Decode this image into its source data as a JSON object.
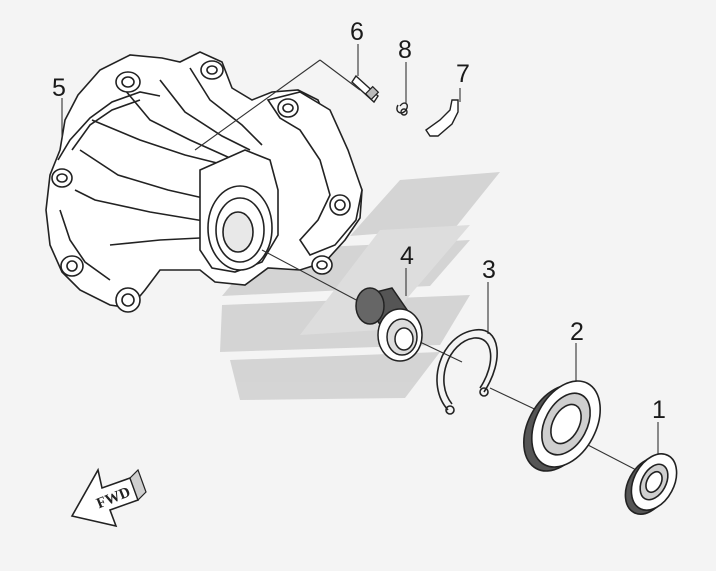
{
  "callouts": {
    "c1": "1",
    "c2": "2",
    "c3": "3",
    "c4": "4",
    "c5": "5",
    "c6": "6",
    "c7": "7",
    "c8": "8"
  },
  "direction_arrow": {
    "label": "FWD"
  },
  "colors": {
    "line": "#222222",
    "watermark": "#c9c9c9",
    "background": "#f4f4f4"
  }
}
